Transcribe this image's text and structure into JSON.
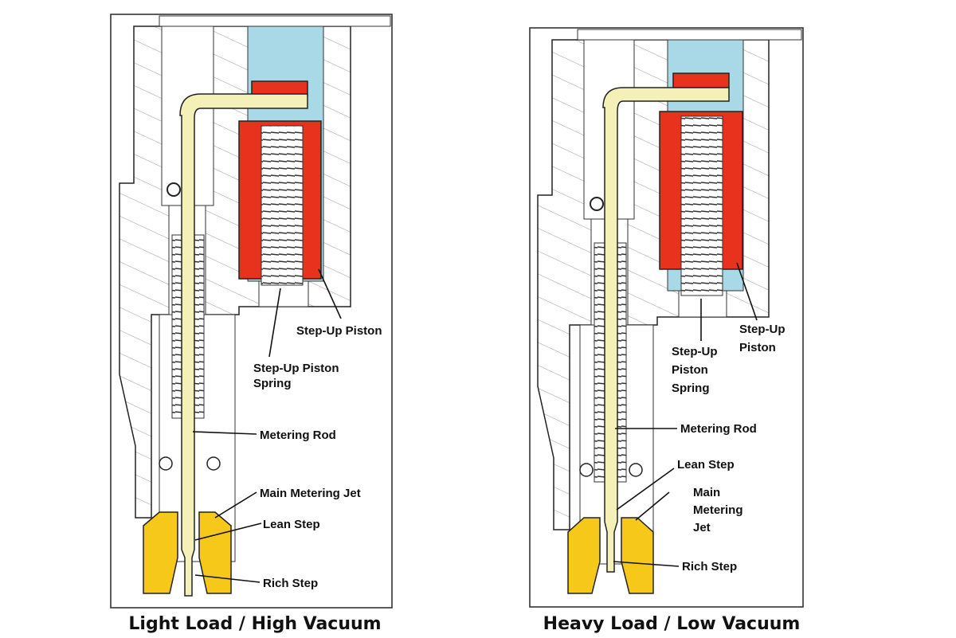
{
  "panels": [
    {
      "id": "light",
      "caption": "Light Load / High Vacuum",
      "labels": {
        "step_up_piston": "Step-Up Piston",
        "step_up_piston_spring_1": "Step-Up Piston",
        "step_up_piston_spring_2": "Spring",
        "metering_rod": "Metering Rod",
        "main_metering_jet": "Main Metering Jet",
        "lean_step": "Lean Step",
        "rich_step": "Rich Step"
      }
    },
    {
      "id": "heavy",
      "caption": "Heavy Load / Low Vacuum",
      "labels": {
        "step_up_piston_1": "Step-Up",
        "step_up_piston_2": "Piston",
        "step_up_piston_spring_1": "Step-Up",
        "step_up_piston_spring_2": "Piston",
        "step_up_piston_spring_3": "Spring",
        "metering_rod": "Metering Rod",
        "lean_step": "Lean Step",
        "main_metering_jet_1": "Main",
        "main_metering_jet_2": "Metering",
        "main_metering_jet_3": "Jet",
        "rich_step": "Rich Step"
      }
    }
  ],
  "colors": {
    "piston": "#e8321e",
    "chamber": "#a9d8e6",
    "rod": "#f4f0b8",
    "jet": "#f5c81a",
    "hatch": "#9a9a9a"
  }
}
